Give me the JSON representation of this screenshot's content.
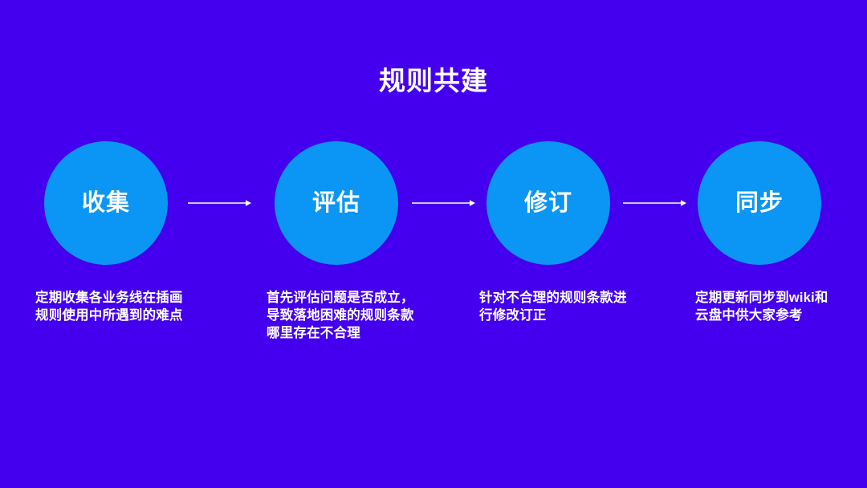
{
  "slide": {
    "background_color": "#4400ee",
    "title": "规则共建"
  },
  "flow": {
    "circle_color": "#0b96f5",
    "text_color": "#ffffff",
    "arrow_color": "#ffffff",
    "nodes": [
      {
        "label": "收集",
        "caption": "定期收集各业务线在插画规则使用中所遇到的难点"
      },
      {
        "label": "评估",
        "caption": "首先评估问题是否成立，导致落地困难的规则条款哪里存在不合理"
      },
      {
        "label": "修订",
        "caption": "针对不合理的规则条款进行修改订正"
      },
      {
        "label": "同步",
        "caption": "定期更新同步到wiki和云盘中供大家参考"
      }
    ],
    "arrows": [
      {
        "name": "arrow-collect-to-evaluate"
      },
      {
        "name": "arrow-evaluate-to-revise"
      },
      {
        "name": "arrow-revise-to-sync"
      }
    ]
  }
}
